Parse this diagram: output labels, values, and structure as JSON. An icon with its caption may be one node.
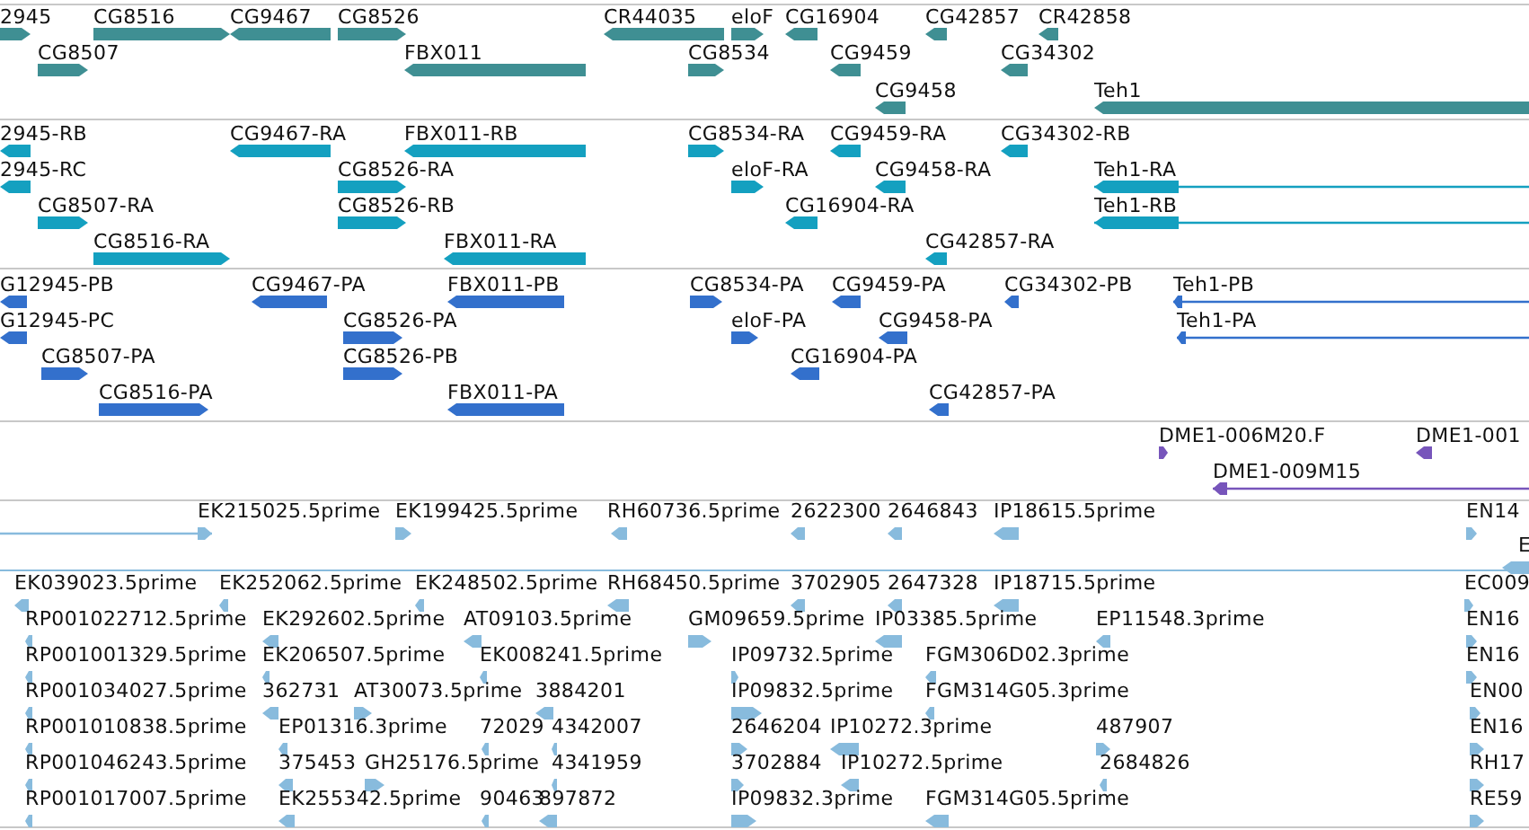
{
  "diagram": {
    "labels": [
      "2945",
      "CG8516",
      "CG9467",
      "CG8526",
      "CR44035",
      "eloF",
      "CG16904",
      "CG42857",
      "CR42858",
      "CG8507",
      "FBX011",
      "CG8534",
      "CG9459",
      "CG34302",
      "CG9458",
      "Teh1",
      "2945-RB",
      "CG9467-RA",
      "FBX011-RB",
      "CG8534-RA",
      "CG9459-RA",
      "CG34302-RB",
      "2945-RC",
      "CG8526-RA",
      "eloF-RA",
      "CG9458-RA",
      "Teh1-RA",
      "CG8507-RA",
      "CG8526-RB",
      "CG16904-RA",
      "Teh1-RB",
      "CG8516-RA",
      "FBX011-RA",
      "CG42857-RA",
      "G12945-PB",
      "CG9467-PA",
      "FBX011-PB",
      "CG8534-PA",
      "CG9459-PA",
      "CG34302-PB",
      "Teh1-PB",
      "G12945-PC",
      "CG8526-PA",
      "eloF-PA",
      "CG9458-PA",
      "Teh1-PA",
      "CG8507-PA",
      "CG8526-PB",
      "CG16904-PA",
      "CG8516-PA",
      "FBX011-PA",
      "CG42857-PA",
      "DME1-006M20.F",
      "DME1-001",
      "DME1-009M15",
      "EK215025.5prime",
      "EK199425.5prime",
      "RH60736.5prime",
      "2622300",
      "2646843",
      "IP18615.5prime",
      "EN14",
      "E",
      "EK039023.5prime",
      "EK252062.5prime",
      "EK248502.5prime",
      "RH68450.5prime",
      "3702905",
      "2647328",
      "IP18715.5prime",
      "EC009",
      "RP001022712.5prime",
      "EK292602.5prime",
      "AT09103.5prime",
      "GM09659.5prime",
      "IP03385.5prime",
      "EP11548.3prime",
      "EN16",
      "RP001001329.5prime",
      "EK206507.5prime",
      "EK008241.5prime",
      "IP09732.5prime",
      "FGM306D02.3prime",
      "EN16",
      "RP001034027.5prime",
      "362731",
      "AT30073.5prime",
      "3884201",
      "IP09832.5prime",
      "FGM314G05.3prime",
      "EN00",
      "RP001010838.5prime",
      "EP01316.3prime",
      "72029",
      "4342007",
      "2646204",
      "IP10272.3prime",
      "487907",
      "EN16",
      "RP001046243.5prime",
      "375453",
      "GH25176.5prime",
      "4341959",
      "3702884",
      "IP10272.5prime",
      "2684826",
      "RH17",
      "RP001017007.5prime",
      "EK255342.5prime",
      "90463",
      "897872",
      "IP09832.3prime",
      "FGM314G05.5prime",
      "RE59"
    ]
  }
}
